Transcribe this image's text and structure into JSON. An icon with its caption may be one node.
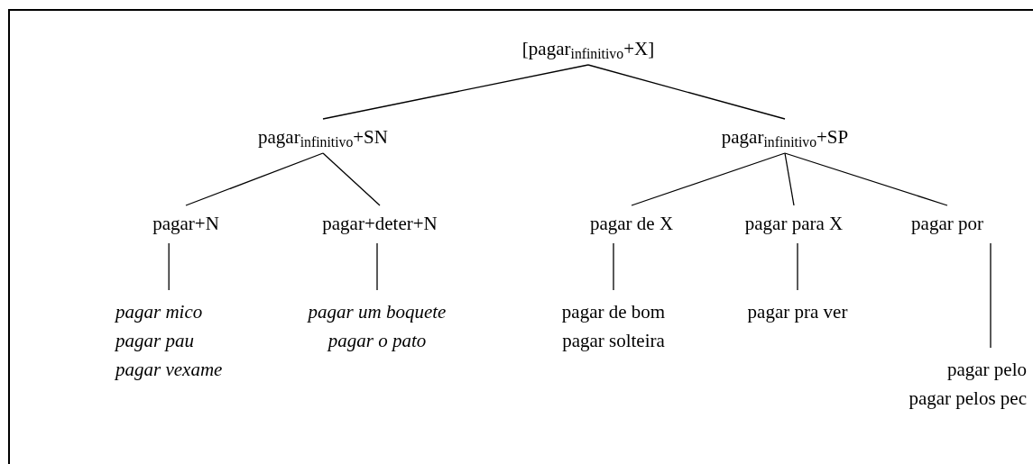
{
  "diagram": {
    "nodes": [
      {
        "text": [
          "[pagar$_{infinitivo}$+X]"
        ]
      },
      {
        "text": [
          "pagar$_{infinitivo}$+SN"
        ]
      },
      {
        "text": [
          "pagar$_{infinitivo}$+SP"
        ]
      },
      {
        "text": [
          "pagar+N"
        ]
      },
      {
        "text": [
          "pagar+deter+N"
        ]
      },
      {
        "text": [
          "pagar de X"
        ]
      },
      {
        "text": [
          "pagar para X"
        ]
      },
      {
        "text": [
          "pagar por"
        ]
      },
      {
        "text": [
          "pagar mico",
          "pagar pau",
          "pagar vexame"
        ]
      },
      {
        "text": [
          "pagar um boquete",
          "pagar o pato"
        ]
      },
      {
        "text": [
          "pagar de bom",
          "pagar solteira"
        ]
      },
      {
        "text": [
          "pagar pra ver"
        ]
      },
      {
        "text": [
          "pagar pelo",
          "pagar pelos pec"
        ]
      }
    ],
    "edges": [
      {
        "from": 0,
        "to": 1,
        "arrow": "none"
      },
      {
        "from": 0,
        "to": 2,
        "arrow": "none"
      },
      {
        "from": 1,
        "to": 3,
        "arrow": "none"
      },
      {
        "from": 1,
        "to": 4,
        "arrow": "none"
      },
      {
        "from": 2,
        "to": 5,
        "arrow": "none"
      },
      {
        "from": 2,
        "to": 6,
        "arrow": "none"
      },
      {
        "from": 2,
        "to": 7,
        "arrow": "none"
      },
      {
        "from": 3,
        "to": 8,
        "arrow": "none"
      },
      {
        "from": 4,
        "to": 9,
        "arrow": "none"
      },
      {
        "from": 5,
        "to": 10,
        "arrow": "none"
      },
      {
        "from": 6,
        "to": 11,
        "arrow": "none"
      },
      {
        "from": 7,
        "to": 12,
        "arrow": "none"
      }
    ]
  }
}
